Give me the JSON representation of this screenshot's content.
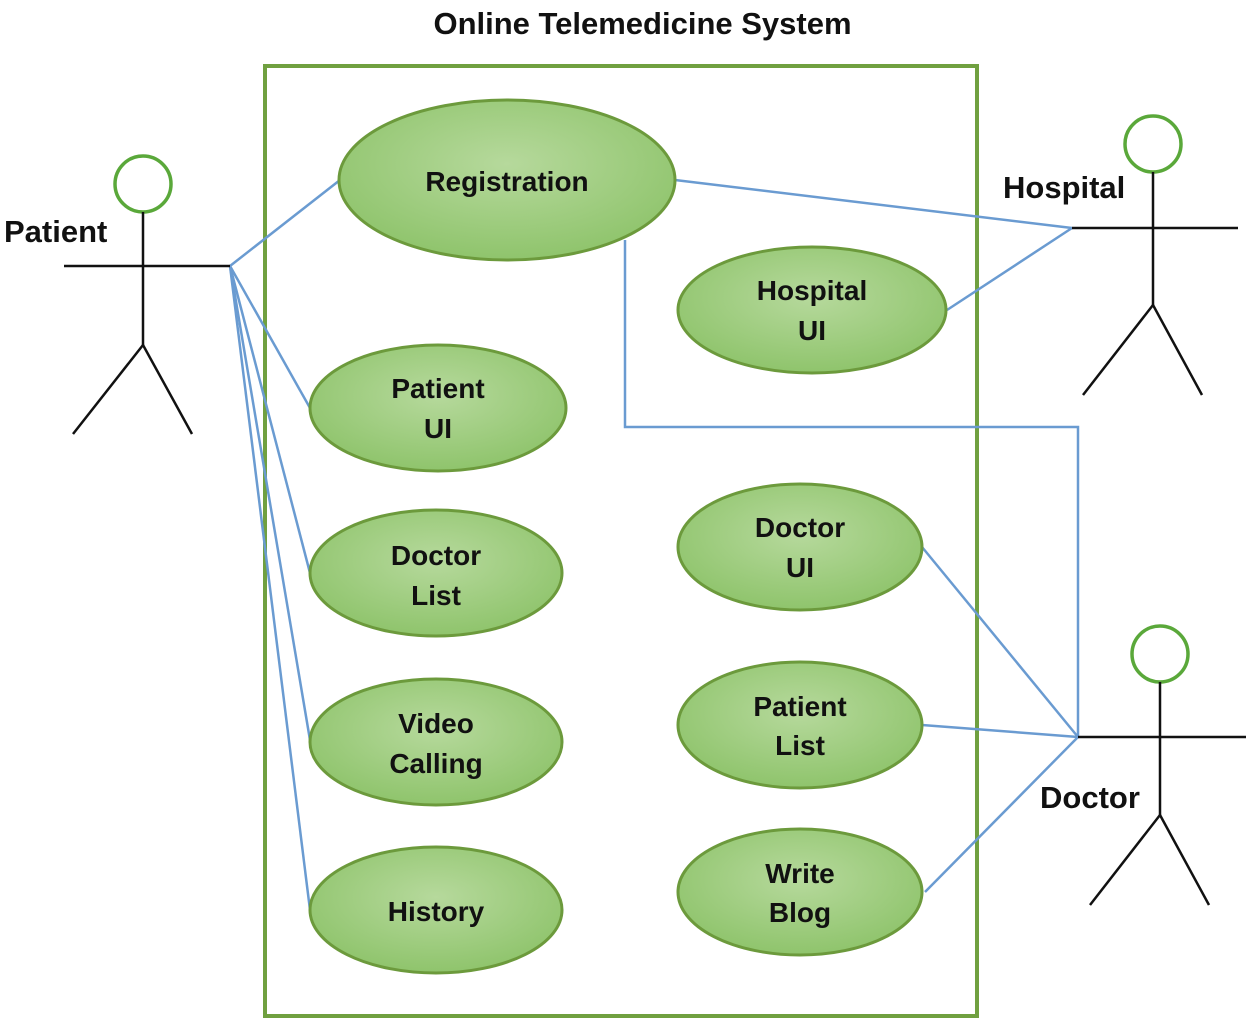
{
  "title": "Online Telemedicine System",
  "actors": {
    "patient": "Patient",
    "hospital": "Hospital",
    "doctor": "Doctor"
  },
  "use_cases": {
    "registration": [
      "Registration"
    ],
    "hospital_ui": [
      "Hospital",
      "UI"
    ],
    "patient_ui": [
      "Patient",
      "UI"
    ],
    "doctor_list": [
      "Doctor",
      "List"
    ],
    "video_calling": [
      "Video",
      "Calling"
    ],
    "history": [
      "History"
    ],
    "doctor_ui": [
      "Doctor",
      "UI"
    ],
    "patient_list": [
      "Patient",
      "List"
    ],
    "write_blog": [
      "Write",
      "Blog"
    ]
  },
  "colors": {
    "boundary": "#70a040",
    "ellipse_fill": "#a9d18e",
    "ellipse_stroke": "#6c9a3c",
    "line": "#6a9bd1",
    "actor_head": "#5aa83a"
  }
}
